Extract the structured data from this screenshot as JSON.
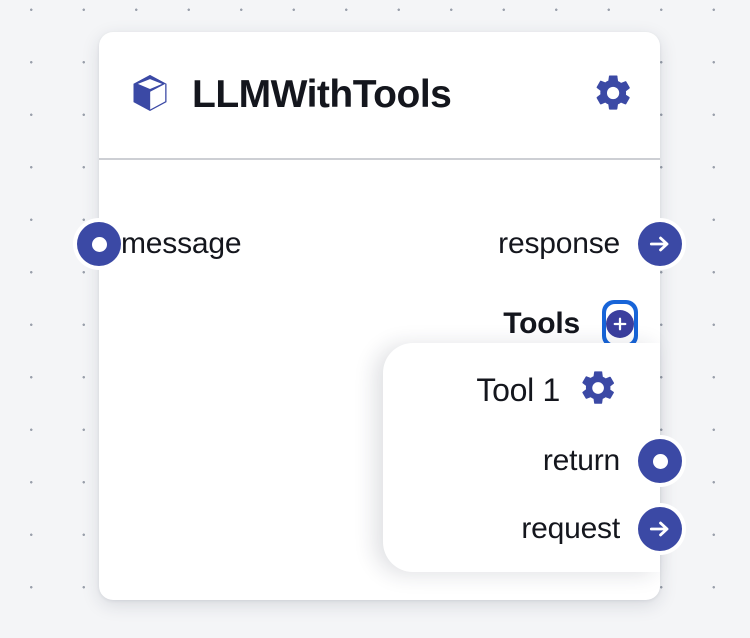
{
  "canvas": {
    "background_color": "#f4f5f7",
    "dot_color": "#9aa0ab",
    "dot_spacing": 52.5
  },
  "theme": {
    "accent_indigo": "#3b49a5",
    "accent_blue": "#1764d8",
    "text_color": "#14161d",
    "card_background": "#ffffff",
    "divider_color": "#cdcfd4"
  },
  "node": {
    "title": "LLMWithTools",
    "box_icon": "box-icon",
    "settings_icon": "gear-icon",
    "inputs": [
      {
        "label": "message",
        "port_icon": "input-port-dot-icon"
      }
    ],
    "outputs": [
      {
        "label": "response",
        "port_icon": "output-port-arrow-icon"
      }
    ],
    "tools_section": {
      "label": "Tools",
      "add_button_label": "+",
      "add_button_icon": "plus-icon",
      "tools": [
        {
          "title": "Tool 1",
          "settings_icon": "gear-icon",
          "inputs": [
            {
              "label": "return",
              "port_icon": "input-port-dot-icon"
            }
          ],
          "outputs": [
            {
              "label": "request",
              "port_icon": "output-port-arrow-icon"
            }
          ]
        }
      ]
    }
  }
}
